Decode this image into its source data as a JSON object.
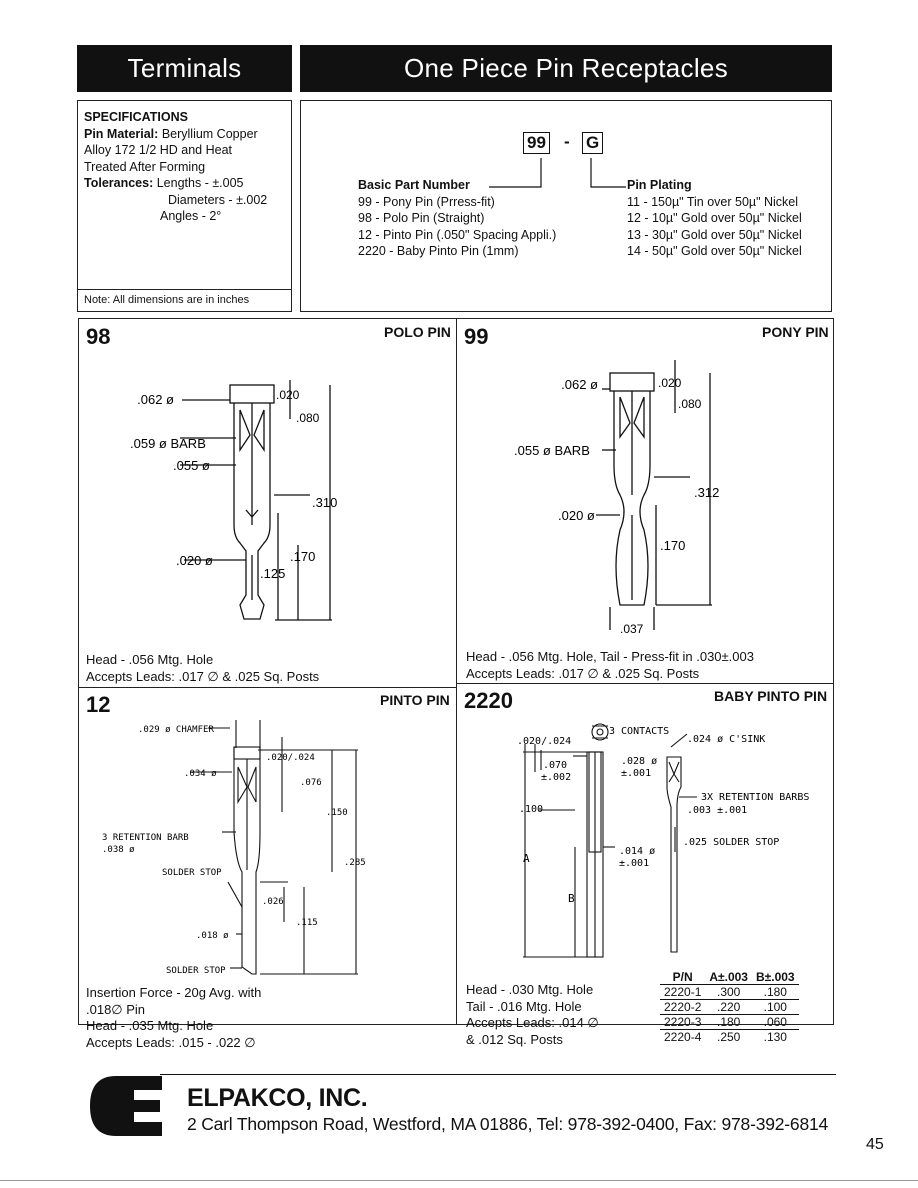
{
  "header": {
    "left_title": "Terminals",
    "right_title": "One Piece Pin Receptacles"
  },
  "specs": {
    "heading": "SPECIFICATIONS",
    "material_label": "Pin Material:",
    "material_value_1": "Beryllium Copper",
    "material_value_2": "Alloy 172 1/2 HD and Heat",
    "material_value_3": "Treated After Forming",
    "tolerance_label": "Tolerances:",
    "tol_lengths": "Lengths - ±.005",
    "tol_diameters": "Diameters - ±.002",
    "tol_angles": "Angles - 2°",
    "note": "Note: All dimensions are in inches"
  },
  "part_code": {
    "code_part": "99",
    "dash": "-",
    "code_plating": "G",
    "basic_heading": "Basic Part Number",
    "basic_items": [
      "99 - Pony Pin (Prress-fit)",
      "98 - Polo Pin (Straight)",
      "12 - Pinto Pin (.050\" Spacing Appli.)",
      "2220 - Baby Pinto Pin (1mm)"
    ],
    "plating_heading": "Pin Plating",
    "plating_items": [
      "11 - 150µ\" Tin over 50µ\" Nickel",
      "12 - 10µ\" Gold over 50µ\" Nickel",
      "13 - 30µ\" Gold over 50µ\" Nickel",
      "14 - 50µ\" Gold over 50µ\" Nickel"
    ]
  },
  "panel_98": {
    "number": "98",
    "name": "POLO PIN",
    "dims": {
      "head": ".062 ø",
      "barb": ".059 ø BARB",
      "body": ".055 ø",
      "tail": ".020 ø",
      "d020": ".020",
      "d080": ".080",
      "d310": ".310",
      "d170": ".170",
      "d125": ".125"
    },
    "note_1": "Head -  .056 Mtg. Hole",
    "note_2": "Accepts Leads: .017 ∅ & .025 Sq. Posts"
  },
  "panel_99": {
    "number": "99",
    "name": "PONY PIN",
    "dims": {
      "head": ".062 ø",
      "barb": ".055 ø BARB",
      "tail": ".020 ø",
      "d020": ".020",
      "d080": ".080",
      "d312": ".312",
      "d170": ".170",
      "d037": ".037"
    },
    "note_1": "Head - .056 Mtg. Hole, Tail - Press-fit in .030±.003",
    "note_2": "Accepts Leads: .017 ∅ & .025 Sq. Posts"
  },
  "panel_12": {
    "number": "12",
    "name": "PINTO PIN",
    "dims": {
      "chamfer": ".029 ø CHAMFER",
      "d034": ".034 ø",
      "d020_024": ".020/.024",
      "d076": ".076",
      "d150": ".150",
      "barbs": "3 RETENTION BARB",
      "d038": ".038 ø",
      "solder1": "SOLDER STOP",
      "d285": ".285",
      "d026": ".026",
      "d115": ".115",
      "d018": ".018 ø",
      "solder2": "SOLDER STOP"
    },
    "notes": [
      "Insertion Force - 20g Avg. with",
      ".018∅ Pin",
      "Head - .035 Mtg. Hole",
      "Accepts Leads: .015 - .022 ∅"
    ]
  },
  "panel_2220": {
    "number": "2220",
    "name": "BABY PINTO PIN",
    "dims": {
      "d020_024": ".020/.024",
      "contacts": "3 CONTACTS",
      "csink": ".024 ø C'SINK",
      "d070": ".070",
      "d002": "±.002",
      "d028": ".028 ø",
      "d001a": "±.001",
      "d100": ".100",
      "barbs": "3X RETENTION BARBS",
      "d003": ".003 ±.001",
      "d025": ".025 SOLDER STOP",
      "d014": ".014 ø",
      "d001b": "±.001",
      "A": "A",
      "B": "B"
    },
    "notes": [
      "Head - .030 Mtg. Hole",
      "Tail - .016 Mtg. Hole",
      "Accepts Leads: .014 ∅",
      "& .012 Sq. Posts"
    ],
    "table": {
      "headers": [
        "P/N",
        "A±.003",
        "B±.003"
      ],
      "rows": [
        [
          "2220-1",
          ".300",
          ".180"
        ],
        [
          "2220-2",
          ".220",
          ".100"
        ],
        [
          "2220-3",
          ".180",
          ".060"
        ],
        [
          "2220-4",
          ".250",
          ".130"
        ]
      ]
    }
  },
  "footer": {
    "company": "ELPAKCO, INC.",
    "address": "2 Carl Thompson Road, Westford, MA 01886, Tel: 978-392-0400, Fax: 978-392-6814",
    "page_number": "45"
  }
}
